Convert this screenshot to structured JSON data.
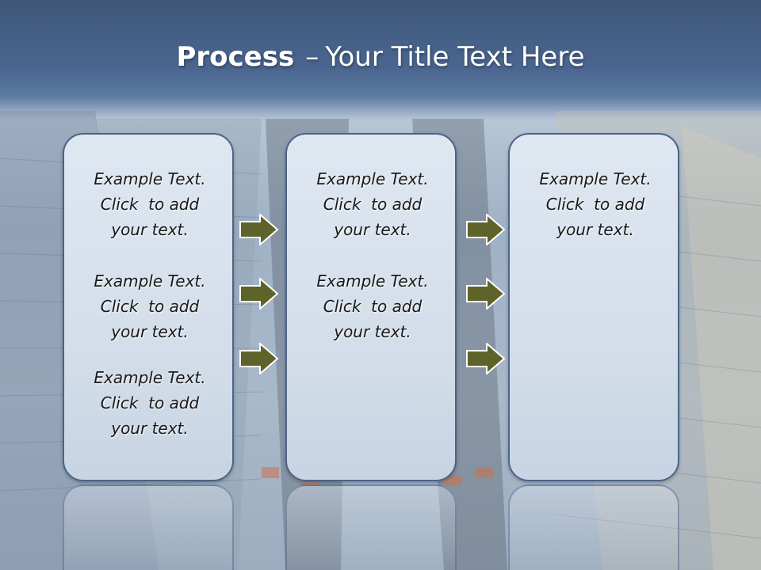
{
  "title": {
    "bold": "Process",
    "dash": "–",
    "rest": "Your Title Text Here"
  },
  "columns": [
    {
      "items": [
        {
          "lines": [
            "Example Text.",
            "Click  to add",
            "your text."
          ]
        },
        {
          "lines": [
            "Example Text.",
            "Click  to add",
            "your text."
          ]
        },
        {
          "lines": [
            "Example Text.",
            "Click  to add",
            "your text."
          ]
        }
      ]
    },
    {
      "items": [
        {
          "lines": [
            "Example Text.",
            "Click  to add",
            "your text."
          ]
        },
        {
          "lines": [
            "Example Text.",
            "Click  to add",
            "your text."
          ]
        }
      ]
    },
    {
      "items": [
        {
          "lines": [
            "Example Text.",
            "Click  to add",
            "your text."
          ]
        }
      ]
    }
  ],
  "colors": {
    "arrow_fill": "#5e6329",
    "arrow_stroke": "#ffffff",
    "box_border": "#4b6489",
    "header": "#4a6690"
  }
}
